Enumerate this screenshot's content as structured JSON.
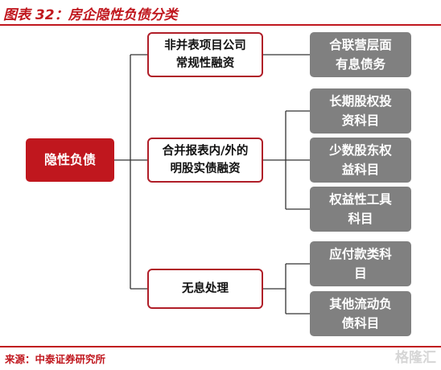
{
  "header": {
    "title": "图表 32：房企隐性负债分类"
  },
  "diagram": {
    "root": "隐性负债",
    "branches": [
      {
        "label_lines": [
          "非并表项目公司",
          "常规性融资"
        ],
        "children": [
          {
            "lines": [
              "合联营层面",
              "有息债务"
            ]
          }
        ]
      },
      {
        "label_lines": [
          "合并报表内/外的",
          "明股实债融资"
        ],
        "children": [
          {
            "lines": [
              "长期股权投",
              "资科目"
            ]
          },
          {
            "lines": [
              "少数股东权",
              "益科目"
            ]
          },
          {
            "lines": [
              "权益性工具",
              "科目"
            ]
          }
        ]
      },
      {
        "label_lines": [
          "无息处理"
        ],
        "children": [
          {
            "lines": [
              "应付款类科",
              "目"
            ]
          },
          {
            "lines": [
              "其他流动负",
              "债科目"
            ]
          }
        ]
      }
    ]
  },
  "footer": {
    "source": "来源：中泰证券研究所",
    "watermark": "格隆汇"
  }
}
